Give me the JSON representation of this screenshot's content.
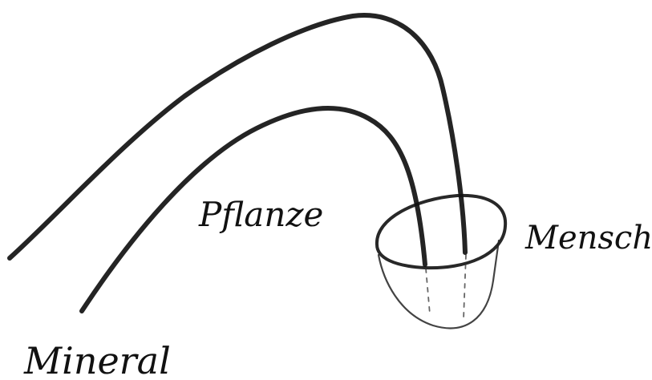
{
  "diagram": {
    "labels": {
      "mineral": "Mineral",
      "pflanze": "Pflanze",
      "mensch": "Mensch"
    },
    "ink_color": "#111111",
    "background_color": "#ffffff"
  }
}
